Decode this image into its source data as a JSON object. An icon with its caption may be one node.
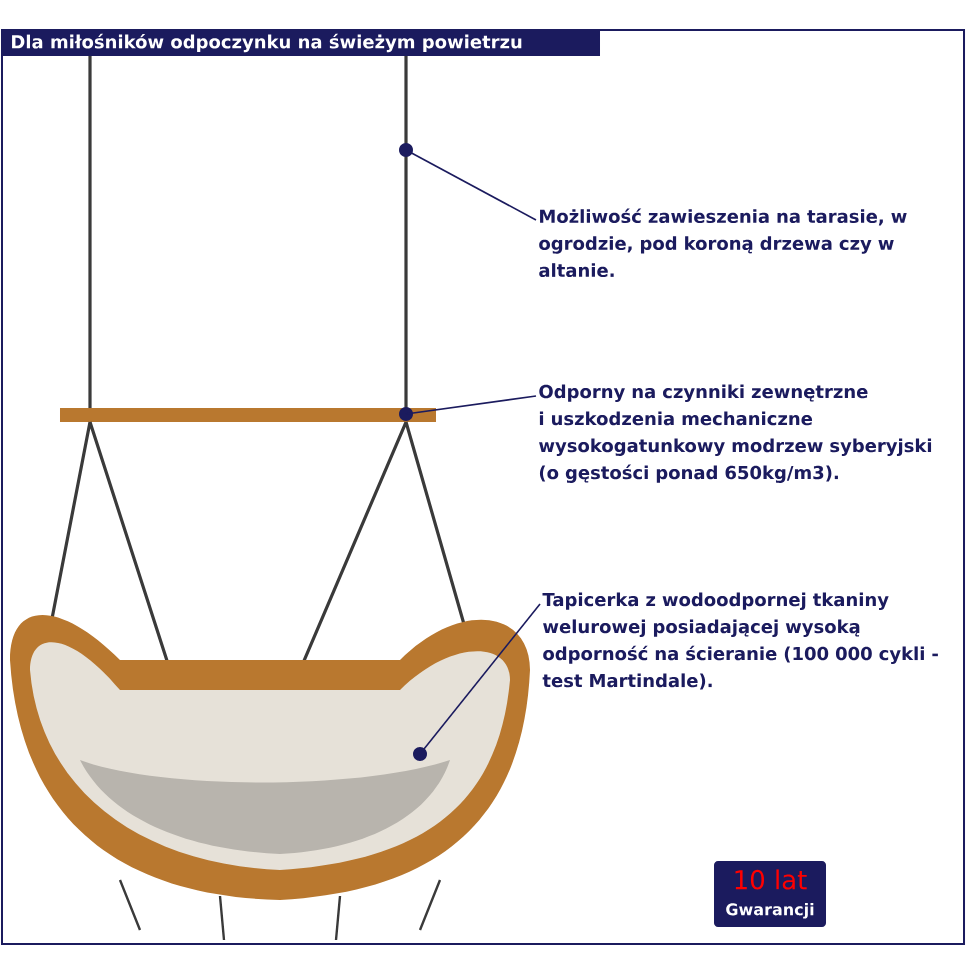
{
  "diagram": {
    "title": "Dla miłośników odpoczynku na świeżym powietrzu",
    "nodes": [
      {
        "text": [
          "Możliwość zawieszenia na tarasie, w ogrodzie, pod koroną drzewa czy w altanie."
        ]
      },
      {
        "text": [
          "Odporny na czynniki zewnętrzne i uszkodzenia mechaniczne wysokogatunkowy modrzew syberyjski (o gęstości ponad 650kg/m3)."
        ]
      },
      {
        "text": [
          "Tapicerka z wodoodpornej tkaniny welurowej posiadającej wysoką odporność na ścieranie (100 000 cykli - test Martindale)."
        ]
      },
      {
        "text": [],
        "shape": "circle"
      },
      {
        "text": [],
        "shape": "circle"
      },
      {
        "text": [],
        "shape": "circle"
      },
      {
        "text": [
          "10 lat",
          "Gwarancji"
        ]
      }
    ],
    "edges": [
      {
        "from": 0,
        "to": 3,
        "arrow": "none"
      },
      {
        "from": 1,
        "to": 4,
        "arrow": "none"
      },
      {
        "from": 2,
        "to": 5,
        "arrow": "none"
      }
    ]
  }
}
